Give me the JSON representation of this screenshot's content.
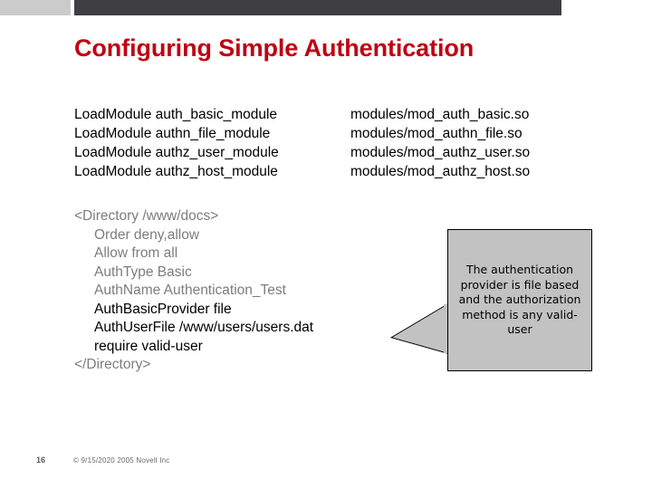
{
  "slide": {
    "title": "Configuring Simple Authentication",
    "title_color": "#C00012",
    "banner_gray_color": "#CBCBCB",
    "banner_dark_color": "#3E3E43"
  },
  "modules": {
    "rows": [
      {
        "directive": "LoadModule auth_basic_module",
        "path": "modules/mod_auth_basic.so"
      },
      {
        "directive": "LoadModule authn_file_module",
        "path": "modules/mod_authn_file.so"
      },
      {
        "directive": "LoadModule authz_user_module",
        "path": "modules/mod_authz_user.so"
      },
      {
        "directive": "LoadModule authz_host_module",
        "path": "modules/mod_authz_host.so"
      }
    ]
  },
  "directory_block": {
    "lines": [
      {
        "text": "<Directory /www/docs>",
        "indent": false,
        "highlight": false
      },
      {
        "text": "Order deny,allow",
        "indent": true,
        "highlight": false
      },
      {
        "text": "Allow from all",
        "indent": true,
        "highlight": false
      },
      {
        "text": "AuthType Basic",
        "indent": true,
        "highlight": false
      },
      {
        "text": "AuthName Authentication_Test",
        "indent": true,
        "highlight": false
      },
      {
        "text": "AuthBasicProvider file",
        "indent": true,
        "highlight": true
      },
      {
        "text": "AuthUserFile /www/users/users.dat",
        "indent": true,
        "highlight": true
      },
      {
        "text": "require valid-user",
        "indent": true,
        "highlight": true
      },
      {
        "text": "</Directory>",
        "indent": false,
        "highlight": false
      }
    ],
    "muted_color": "#7D7D7D",
    "highlight_color": "#000000"
  },
  "callout": {
    "text": "The authentication provider is file based and the authorization method is any valid-user",
    "fill_color": "#C2C2C2",
    "border_color": "#000000"
  },
  "footer": {
    "page_number": "16",
    "copyright": "© 9/15/2020 2005 Novell Inc"
  }
}
